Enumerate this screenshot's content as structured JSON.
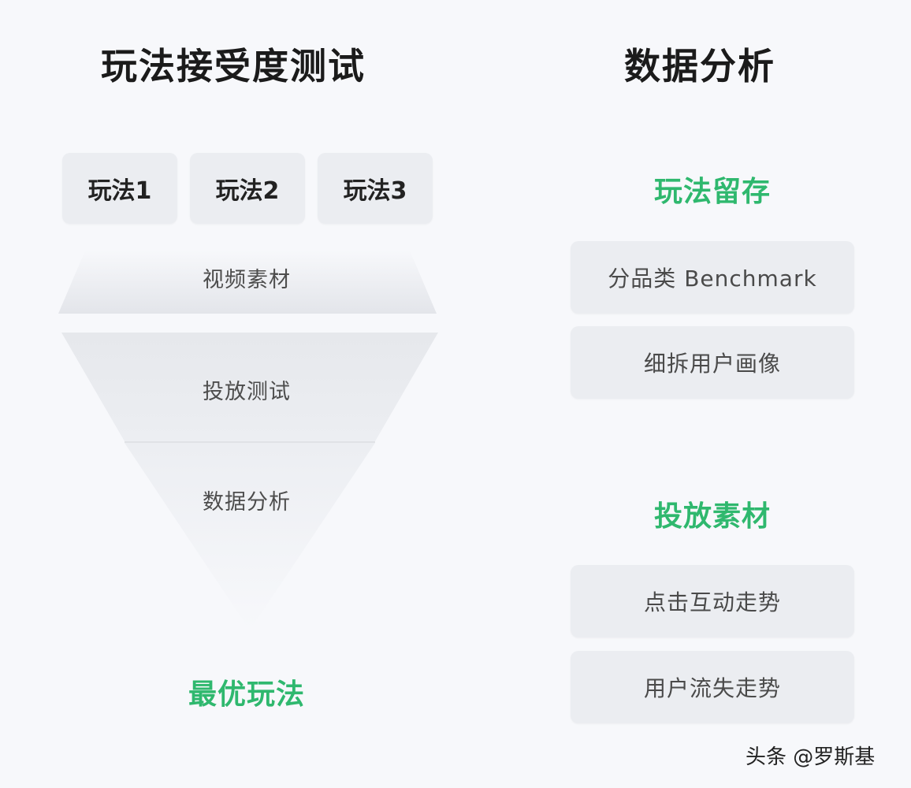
{
  "left": {
    "title": "玩法接受度测试",
    "chips": [
      "玩法1",
      "玩法2",
      "玩法3"
    ],
    "funnel_stages": [
      "视频素材",
      "投放测试",
      "数据分析"
    ],
    "result": "最优玩法"
  },
  "right": {
    "title": "数据分析",
    "sections": [
      {
        "title": "玩法留存",
        "items": [
          "分品类 Benchmark",
          "细拆用户画像"
        ]
      },
      {
        "title": "投放素材",
        "items": [
          "点击互动走势",
          "用户流失走势"
        ]
      }
    ]
  },
  "watermark": "头条 @罗斯基",
  "colors": {
    "accent_green": "#2fb86e",
    "card_bg": "#ebedf1",
    "background": "#f7f8fb"
  }
}
